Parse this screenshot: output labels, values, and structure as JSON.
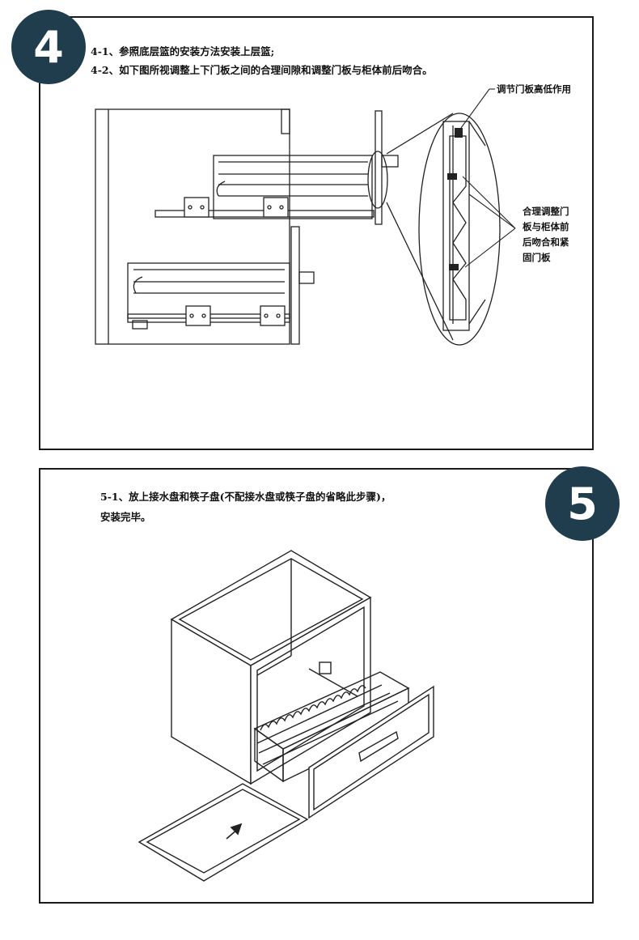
{
  "step4": {
    "badge": "4",
    "line1": "4-1、参照底层篮的安装方法安装上层篮;",
    "line2": "4-2、如下图所视调整上下门板之间的合理间隙和调整门板与柜体前后吻合。",
    "callout_height": "调节门板高低作用",
    "callout_fit": [
      "合理调整门",
      "板与柜体前",
      "后吻合和紧",
      "固门板"
    ]
  },
  "step5": {
    "badge": "5",
    "line1": "5-1、放上接水盘和筷子盘(不配接水盘或筷子盘的省略此步骤)，",
    "line2": "安装完毕。"
  }
}
